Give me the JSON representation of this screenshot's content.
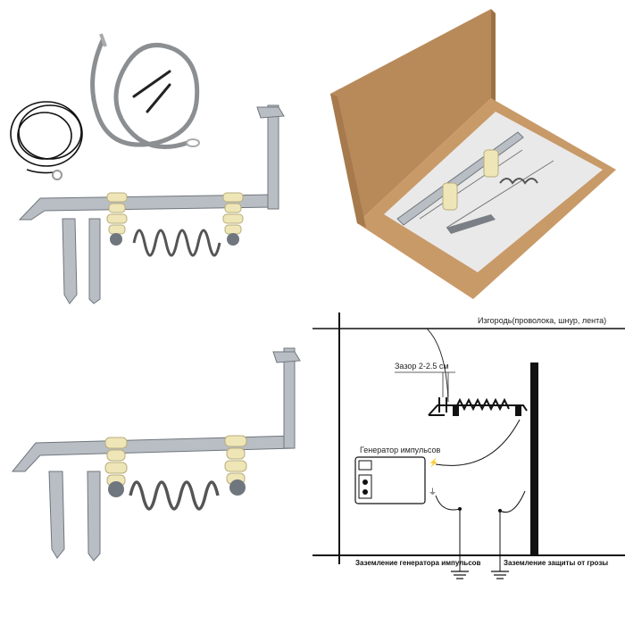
{
  "diagram": {
    "fence_label": "Изгородь(проволока, шнур, лента)",
    "gap_label": "Зазор 2-2.5 см",
    "generator_label": "Генератор импульсов",
    "ground_generator_label": "Заземление генератора импульсов",
    "ground_protection_label": "Заземление защиты от грозы"
  },
  "colors": {
    "metal": "#b9bec4",
    "metal_dark": "#6f767d",
    "insulator": "#efe6b8",
    "cardboard": "#b88a5a",
    "cable_gray": "#8c8f92",
    "cable_black": "#111111"
  }
}
